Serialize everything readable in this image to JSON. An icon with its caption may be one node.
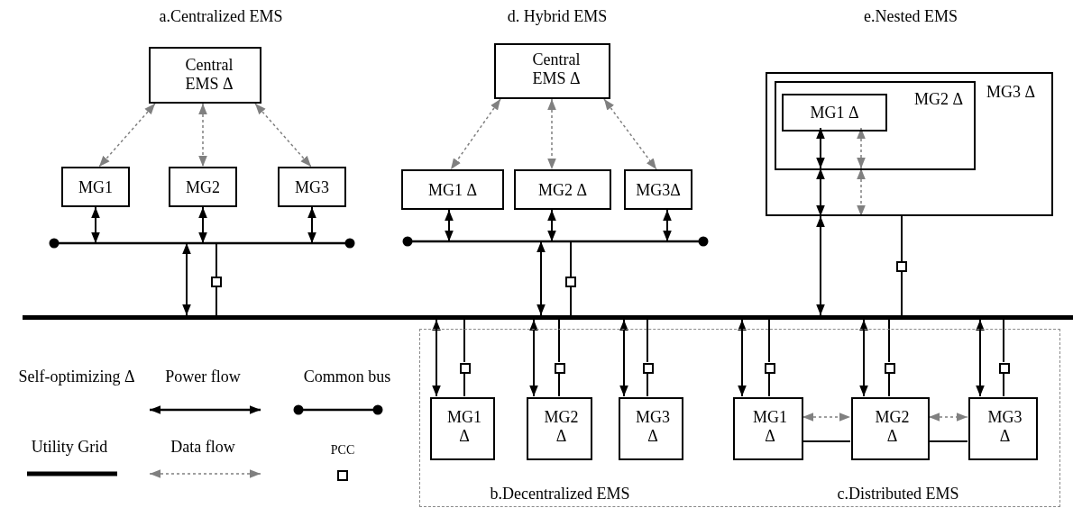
{
  "diagram": {
    "nodes": [
      {
        "text": [
          "Central EMS Δ"
        ]
      },
      {
        "text": [
          "MG1"
        ]
      },
      {
        "text": [
          "MG2"
        ]
      },
      {
        "text": [
          "MG3"
        ]
      },
      {
        "text": [],
        "shape": "bar"
      },
      {
        "text": [
          "Central EMS Δ"
        ]
      },
      {
        "text": [
          "MG1 Δ"
        ]
      },
      {
        "text": [
          "MG2 Δ"
        ]
      },
      {
        "text": [
          "MG3Δ"
        ]
      },
      {
        "text": [],
        "shape": "bar"
      },
      {
        "text": [
          "MG3 Δ"
        ]
      },
      {
        "text": [
          "MG2 Δ"
        ],
        "in": 10
      },
      {
        "text": [
          "MG1 Δ"
        ],
        "in": 11
      },
      {
        "text": [],
        "shape": "bar"
      },
      {
        "text": [
          "b.Decentralized EMS",
          "c.Distributed EMS"
        ]
      },
      {
        "text": [
          "MG1 Δ"
        ],
        "in": 14
      },
      {
        "text": [
          "MG2 Δ"
        ],
        "in": 14
      },
      {
        "text": [
          "MG3 Δ"
        ],
        "in": 14
      },
      {
        "text": [
          "MG1 Δ"
        ],
        "in": 14
      },
      {
        "text": [
          "MG2 Δ"
        ],
        "in": 14
      },
      {
        "text": [
          "MG3 Δ"
        ],
        "in": 14
      },
      {
        "text": [],
        "shape": "box"
      },
      {
        "text": [],
        "shape": "box"
      },
      {
        "text": [],
        "shape": "box"
      },
      {
        "text": [],
        "shape": "box",
        "in": 14
      },
      {
        "text": [],
        "shape": "box",
        "in": 14
      },
      {
        "text": [],
        "shape": "box",
        "in": 14
      },
      {
        "text": [],
        "shape": "box",
        "in": 14
      },
      {
        "text": [],
        "shape": "box",
        "in": 14
      },
      {
        "text": [],
        "shape": "box",
        "in": 14
      }
    ],
    "edges": [
      {
        "from": 0,
        "to": 1,
        "arrow": "both",
        "style": "dashed",
        "color": "#808080"
      },
      {
        "from": 0,
        "to": 2,
        "arrow": "both",
        "style": "dashed",
        "color": "#808080"
      },
      {
        "from": 0,
        "to": 3,
        "arrow": "both",
        "style": "dashed",
        "color": "#808080"
      },
      {
        "from": 1,
        "to": 4,
        "arrow": "both"
      },
      {
        "from": 2,
        "to": 4,
        "arrow": "both"
      },
      {
        "from": 3,
        "to": 4,
        "arrow": "both"
      },
      {
        "from": 4,
        "to": 13,
        "arrow": "both"
      },
      {
        "from": 4,
        "to": 21,
        "arrow": "none"
      },
      {
        "from": 21,
        "to": 13,
        "arrow": "none"
      },
      {
        "from": 5,
        "to": 6,
        "arrow": "both",
        "style": "dashed",
        "color": "#808080"
      },
      {
        "from": 5,
        "to": 7,
        "arrow": "both",
        "style": "dashed",
        "color": "#808080"
      },
      {
        "from": 5,
        "to": 8,
        "arrow": "both",
        "style": "dashed",
        "color": "#808080"
      },
      {
        "from": 6,
        "to": 9,
        "arrow": "both"
      },
      {
        "from": 7,
        "to": 9,
        "arrow": "both"
      },
      {
        "from": 8,
        "to": 9,
        "arrow": "both"
      },
      {
        "from": 9,
        "to": 13,
        "arrow": "both"
      },
      {
        "from": 9,
        "to": 22,
        "arrow": "none"
      },
      {
        "from": 22,
        "to": 13,
        "arrow": "none"
      },
      {
        "from": 12,
        "to": 11,
        "arrow": "both"
      },
      {
        "from": 12,
        "to": 11,
        "arrow": "both",
        "style": "dashed",
        "color": "#808080"
      },
      {
        "from": 11,
        "to": 10,
        "arrow": "both"
      },
      {
        "from": 11,
        "to": 10,
        "arrow": "both",
        "style": "dashed",
        "color": "#808080"
      },
      {
        "from": 10,
        "to": 13,
        "arrow": "both"
      },
      {
        "from": 10,
        "to": 23,
        "arrow": "none"
      },
      {
        "from": 23,
        "to": 13,
        "arrow": "none"
      },
      {
        "from": 13,
        "to": 15,
        "arrow": "both"
      },
      {
        "from": 13,
        "to": 24,
        "arrow": "none"
      },
      {
        "from": 24,
        "to": 15,
        "arrow": "none"
      },
      {
        "from": 13,
        "to": 16,
        "arrow": "both"
      },
      {
        "from": 13,
        "to": 25,
        "arrow": "none"
      },
      {
        "from": 25,
        "to": 16,
        "arrow": "none"
      },
      {
        "from": 13,
        "to": 17,
        "arrow": "both"
      },
      {
        "from": 13,
        "to": 26,
        "arrow": "none"
      },
      {
        "from": 26,
        "to": 17,
        "arrow": "none"
      },
      {
        "from": 13,
        "to": 18,
        "arrow": "both"
      },
      {
        "from": 13,
        "to": 27,
        "arrow": "none"
      },
      {
        "from": 27,
        "to": 18,
        "arrow": "none"
      },
      {
        "from": 13,
        "to": 19,
        "arrow": "both"
      },
      {
        "from": 13,
        "to": 28,
        "arrow": "none"
      },
      {
        "from": 28,
        "to": 19,
        "arrow": "none"
      },
      {
        "from": 13,
        "to": 20,
        "arrow": "both"
      },
      {
        "from": 13,
        "to": 29,
        "arrow": "none"
      },
      {
        "from": 29,
        "to": 20,
        "arrow": "none"
      },
      {
        "from": 18,
        "to": 19,
        "arrow": "both",
        "style": "dashed",
        "color": "#808080"
      },
      {
        "from": 19,
        "to": 20,
        "arrow": "both",
        "style": "dashed",
        "color": "#808080"
      },
      {
        "from": 18,
        "to": 19,
        "arrow": "none"
      },
      {
        "from": 19,
        "to": 20,
        "arrow": "none"
      }
    ],
    "labels": [
      "a.Centralized EMS",
      "d. Hybrid EMS",
      "e.Nested EMS"
    ],
    "legend": [
      {
        "text": "Self-optimizing Δ"
      },
      {
        "text": "Power flow"
      },
      {
        "text": "Common bus"
      },
      {
        "text": "Utility Grid"
      },
      {
        "text": "Data flow"
      },
      {
        "text": "PCC"
      }
    ]
  }
}
